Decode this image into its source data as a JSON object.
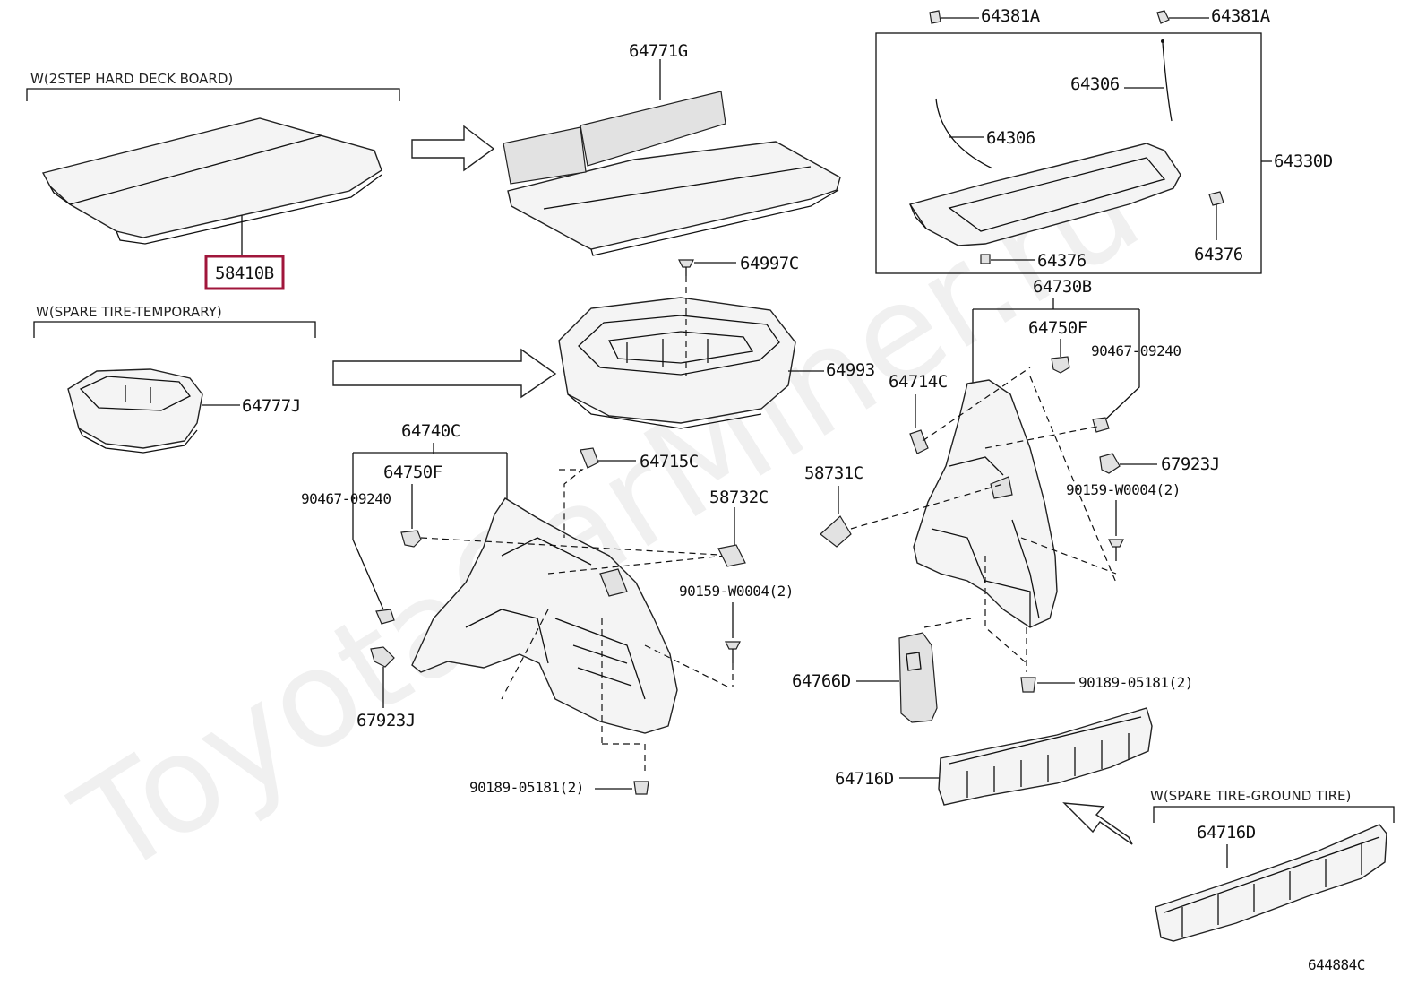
{
  "watermark": "ToyotaCarMiner.ru",
  "diagram_code": "644884C",
  "sections": {
    "hard_deck": "W(2STEP HARD DECK BOARD)",
    "spare_temp": "W(SPARE TIRE-TEMPORARY)",
    "spare_ground": "W(SPARE TIRE-GROUND TIRE)"
  },
  "highlight_color": "#a0163b",
  "labels": {
    "p58410B": "58410B",
    "p64771G": "64771G",
    "p64381A_1": "64381A",
    "p64381A_2": "64381A",
    "p64306_1": "64306",
    "p64306_2": "64306",
    "p64330D": "64330D",
    "p64376_1": "64376",
    "p64376_2": "64376",
    "p64997C": "64997C",
    "p64993": "64993",
    "p64777J": "64777J",
    "p64730B": "64730B",
    "p64750F_r": "64750F",
    "p90467_r": "90467-09240",
    "p64714C": "64714C",
    "p67923J_r": "67923J",
    "p90159_r": "90159-W0004(2)",
    "p58731C": "58731C",
    "p64740C": "64740C",
    "p64750F_l": "64750F",
    "p90467_l": "90467-09240",
    "p64715C": "64715C",
    "p58732C": "58732C",
    "p90159_l": "90159-W0004(2)",
    "p67923J_l": "67923J",
    "p90189_l": "90189-05181(2)",
    "p64766D": "64766D",
    "p90189_r": "90189-05181(2)",
    "p64716D_1": "64716D",
    "p64716D_2": "64716D"
  }
}
